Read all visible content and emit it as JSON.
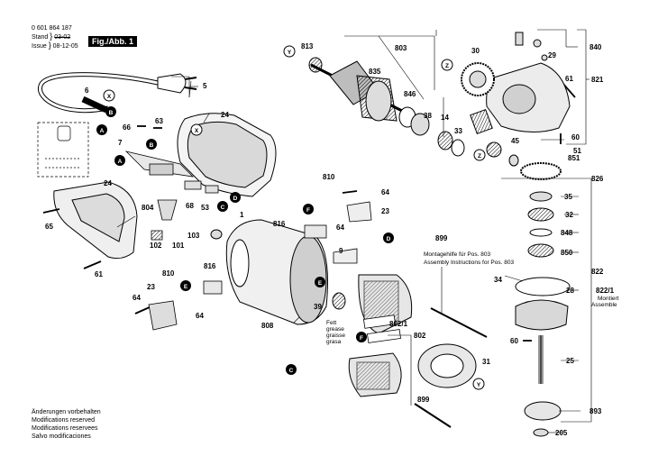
{
  "header": {
    "doc_number": "0 601 864 187",
    "stand_label": "Stand",
    "stand_value": "03-02",
    "issue_label": "Issue",
    "issue_value": "08-12-05",
    "fig_label": "Fig./Abb. 1"
  },
  "footer_notes": [
    "Änderungen vorbehalten",
    "Modifications reserved",
    "Modifications reservees",
    "Salvo modificaciones"
  ],
  "assembly_note": {
    "line1": "Montagehilfe für Pos. 803",
    "line2": "Assembly Instructions for Pos. 803"
  },
  "grease_note": [
    "Fett",
    "grease",
    "graisse",
    "grasa"
  ],
  "montiert_note": [
    "822/1",
    "Montiert",
    "Assemble"
  ],
  "callouts": {
    "c5": "5",
    "c6": "6",
    "c24a": "24",
    "c24b": "24",
    "c66": "66",
    "c63": "63",
    "c7": "7",
    "c65": "65",
    "c61a": "61",
    "c804": "804",
    "c102": "102",
    "c101": "101",
    "c68": "68",
    "c53": "53",
    "c1": "1",
    "c103": "103",
    "c816a": "816",
    "c816b": "816",
    "c810a": "810",
    "c810b": "810",
    "c23a": "23",
    "c23b": "23",
    "c64a": "64",
    "c64b": "64",
    "c64c": "64",
    "c64d": "64",
    "c9": "9",
    "c808": "808",
    "c39": "39",
    "c899a": "899",
    "c899b": "899",
    "c802_1": "802/1",
    "c802": "802",
    "c31": "31",
    "c813": "813",
    "c803": "803",
    "c835": "835",
    "c846": "846",
    "c38": "38",
    "c14": "14",
    "c33": "33",
    "c30": "30",
    "c840": "840",
    "c29": "29",
    "c821": "821",
    "c61b": "61",
    "c60a": "60",
    "c51": "51",
    "c851": "851",
    "c45": "45",
    "c826": "826",
    "c35": "35",
    "c32": "32",
    "c848": "848",
    "c850": "850",
    "c822": "822",
    "c34": "34",
    "c28": "28",
    "c60b": "60",
    "c25": "25",
    "c893": "893",
    "c205": "205"
  },
  "letter_markers": [
    "Y",
    "X",
    "B",
    "A",
    "B",
    "X",
    "A",
    "D",
    "C",
    "F",
    "E",
    "D",
    "E",
    "F",
    "C",
    "Y",
    "Z",
    "Z"
  ]
}
